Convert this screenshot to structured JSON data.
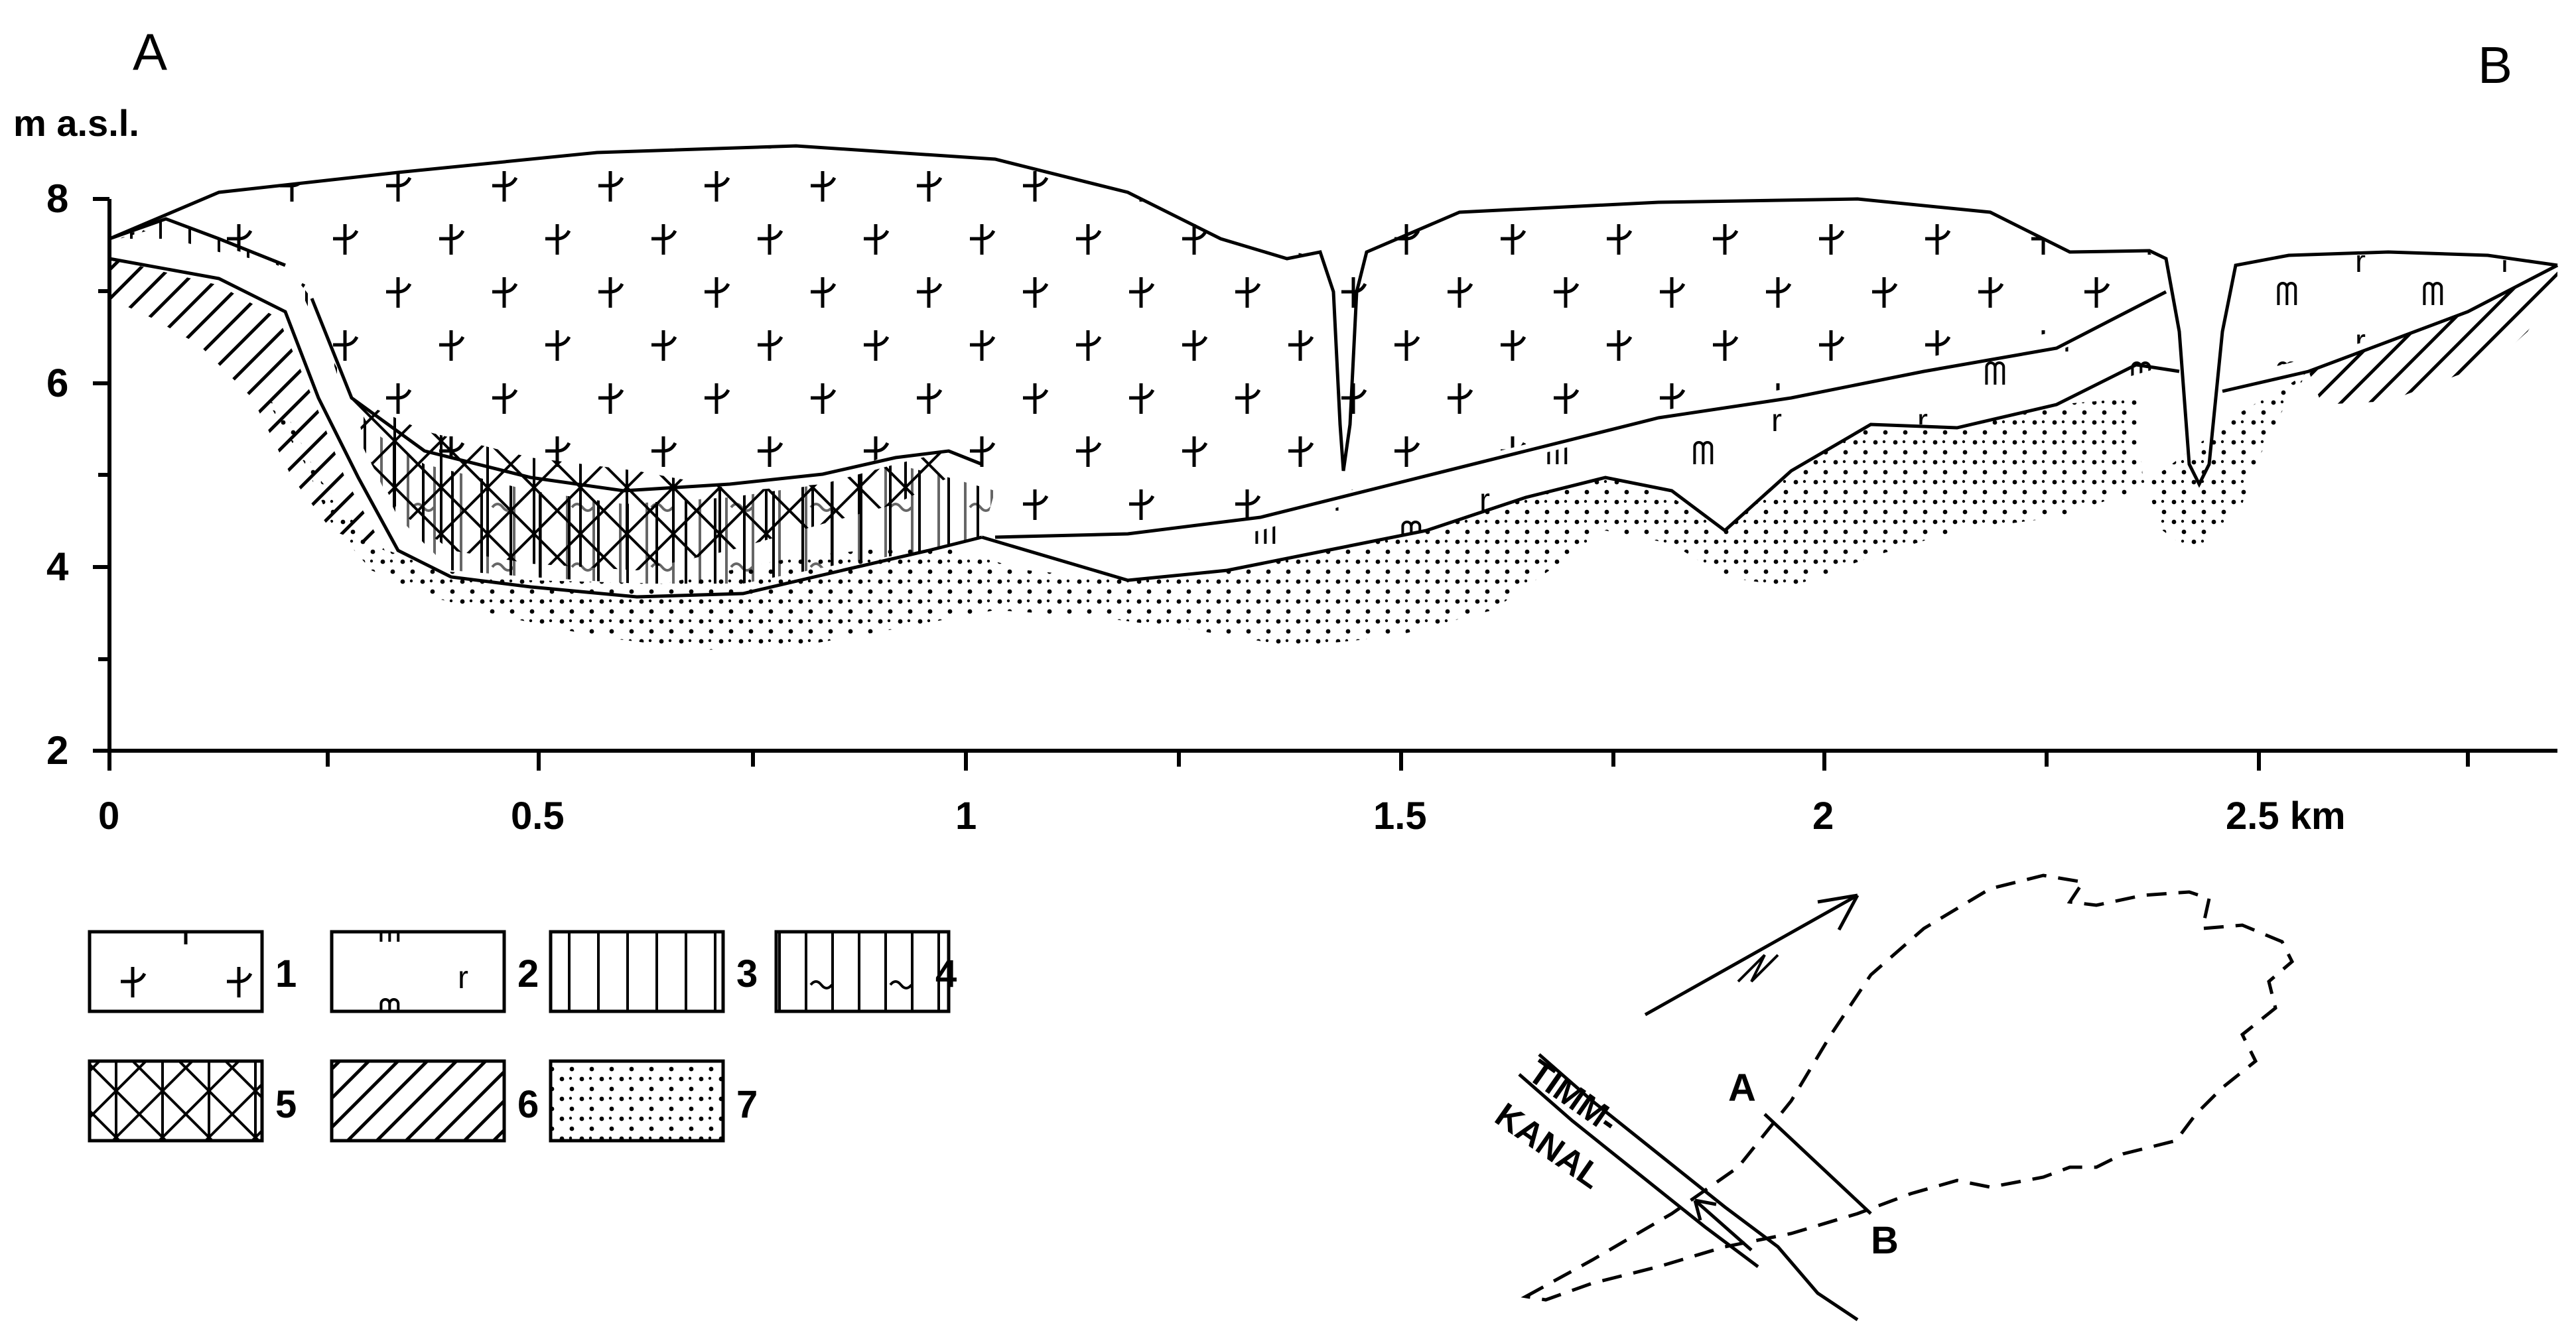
{
  "profile": {
    "endpoint_left": "A",
    "endpoint_right": "B",
    "y_axis_unit": "m a.s.l.",
    "y_ticks": [
      "2",
      "4",
      "6",
      "8"
    ],
    "x_ticks": [
      "0",
      "0.5",
      "1",
      "1.5",
      "2",
      "2.5 km"
    ]
  },
  "legend": {
    "items": [
      {
        "number": "1",
        "pattern": "peat-cross"
      },
      {
        "number": "2",
        "pattern": "r-m-symbols"
      },
      {
        "number": "3",
        "pattern": "vertical-lines"
      },
      {
        "number": "4",
        "pattern": "vertical-lines-tilde"
      },
      {
        "number": "5",
        "pattern": "cross-hatch"
      },
      {
        "number": "6",
        "pattern": "diagonal-hatch"
      },
      {
        "number": "7",
        "pattern": "dots"
      }
    ]
  },
  "inset_map": {
    "canal_label_line1": "TIMM-",
    "canal_label_line2": "KANAL",
    "point_a": "A",
    "point_b": "B",
    "north_arrow": "north-arrow"
  },
  "colors": {
    "ink": "#000000",
    "paper": "#ffffff"
  }
}
